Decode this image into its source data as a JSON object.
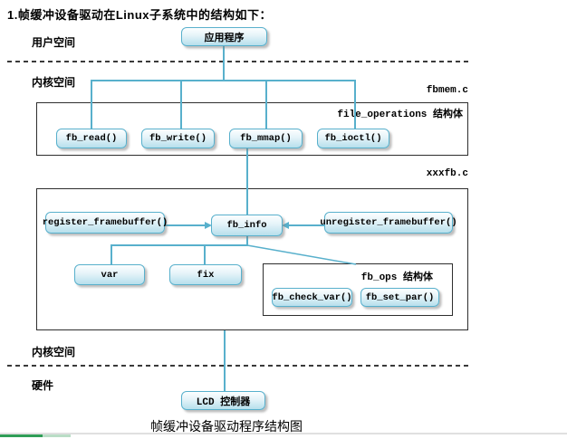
{
  "title": "1.帧缓冲设备驱动在Linux子系统中的结构如下：",
  "sections": {
    "user_space": "用户空间",
    "kernel_space_top": "内核空间",
    "kernel_space_bottom": "内核空间",
    "hardware": "硬件"
  },
  "files": {
    "fbmem": "fbmem.c",
    "xxxfb": "xxxfb.c"
  },
  "structs": {
    "file_operations": "file_operations 结构体",
    "fb_ops": "fb_ops 结构体"
  },
  "nodes": {
    "app": "应用程序",
    "fb_read": "fb_read()",
    "fb_write": "fb_write()",
    "fb_mmap": "fb_mmap()",
    "fb_ioctl": "fb_ioctl()",
    "register_framebuffer": "register_framebuffer()",
    "fb_info": "fb_info",
    "unregister_framebuffer": "unregister_framebuffer()",
    "var": "var",
    "fix": "fix",
    "fb_check_var": "fb_check_var()",
    "fb_set_par": "fb_set_par()",
    "lcd": "LCD 控制器"
  },
  "caption": "帧缓冲设备驱动程序结构图",
  "colors": {
    "connector": "#58b0cc",
    "node_border": "#58b0cc",
    "box_border": "#2e2e2e",
    "progress_green": "#2f9e57",
    "progress_green_light": "#b9ddc6"
  }
}
